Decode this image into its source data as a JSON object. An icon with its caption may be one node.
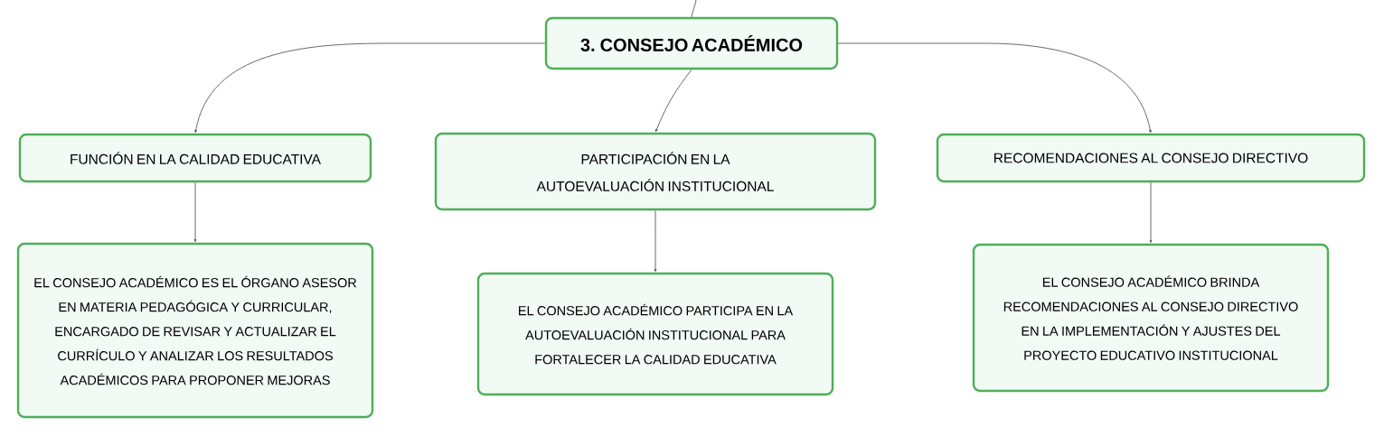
{
  "diagram": {
    "nodes": [
      {
        "text": [
          "3. CONSEJO ACADÉMICO"
        ]
      },
      {
        "text": [
          "FUNCIÓN EN LA CALIDAD EDUCATIVA"
        ]
      },
      {
        "text": [
          "PARTICIPACIÓN EN LA AUTOEVALUACIÓN INSTITUCIONAL"
        ]
      },
      {
        "text": [
          "RECOMENDACIONES AL CONSEJO DIRECTIVO"
        ]
      },
      {
        "text": [
          "EL CONSEJO ACADÉMICO ES EL ÓRGANO ASESOR EN MATERIA PEDAGÓGICA Y CURRICULAR, ENCARGADO DE REVISAR Y ACTUALIZAR EL CURRÍCULO Y ANALIZAR LOS RESULTADOS ACADÉMICOS PARA PROPONER MEJORAS"
        ]
      },
      {
        "text": [
          "EL CONSEJO ACADÉMICO PARTICIPA EN LA AUTOEVALUACIÓN INSTITUCIONAL PARA FORTALECER LA CALIDAD EDUCATIVA"
        ]
      },
      {
        "text": [
          "EL CONSEJO ACADÉMICO BRINDA RECOMENDACIONES AL CONSEJO DIRECTIVO EN LA IMPLEMENTACIÓN Y AJUSTES DEL PROYECTO EDUCATIVO INSTITUCIONAL"
        ]
      }
    ],
    "edges": [
      {
        "from": null,
        "to": 0,
        "arrow": "none"
      },
      {
        "from": 0,
        "to": 1,
        "arrow": "to"
      },
      {
        "from": 0,
        "to": 2,
        "arrow": "to"
      },
      {
        "from": 0,
        "to": 3,
        "arrow": "to"
      },
      {
        "from": 1,
        "to": 4,
        "arrow": "to"
      },
      {
        "from": 2,
        "to": 5,
        "arrow": "to"
      },
      {
        "from": 3,
        "to": 6,
        "arrow": "to"
      }
    ]
  }
}
